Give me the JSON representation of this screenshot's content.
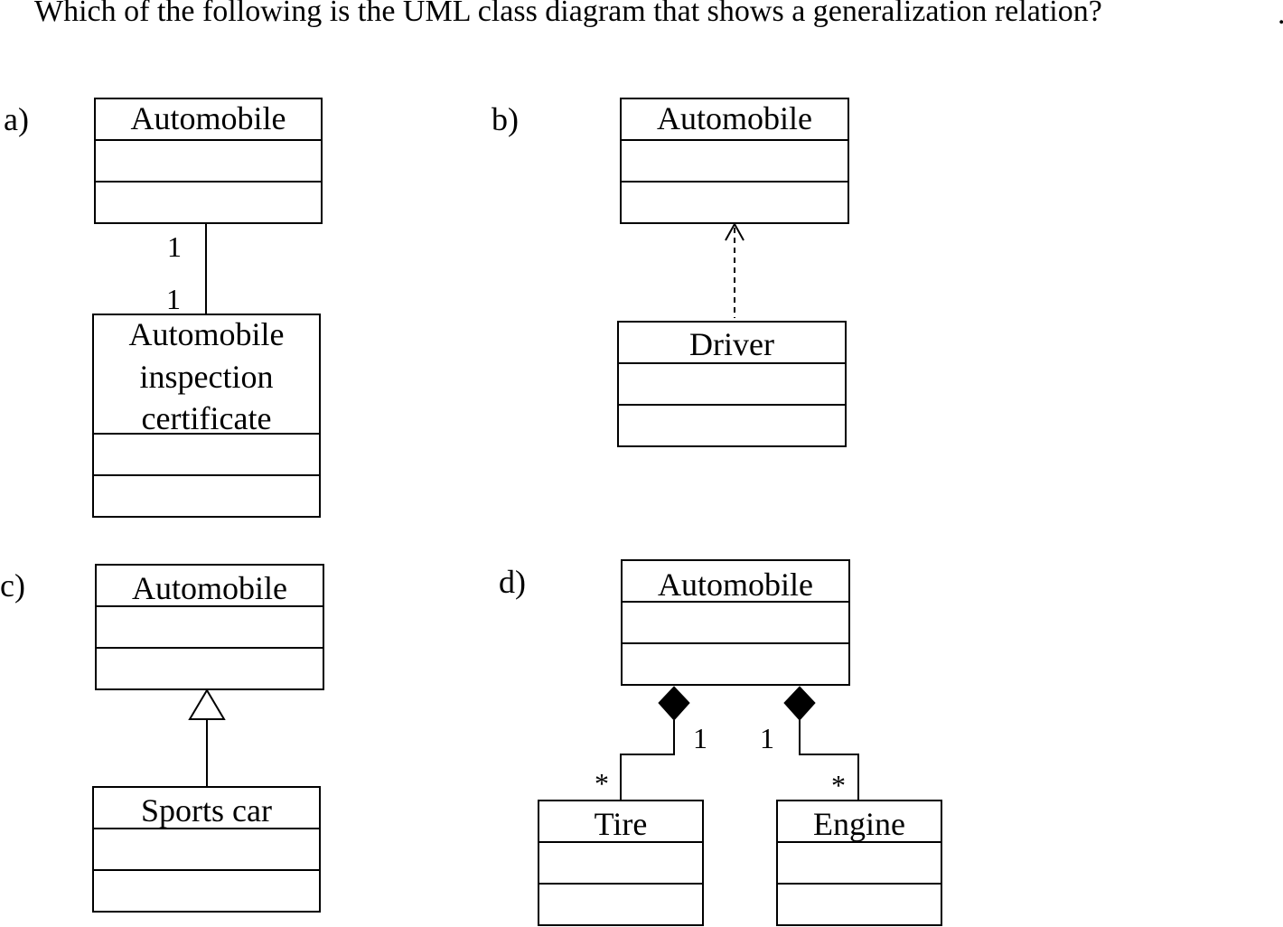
{
  "question": "Which of the following is the UML class diagram that shows a generalization relation?",
  "trailing_mark": ".",
  "options": [
    {
      "id": "a",
      "label": "a)",
      "relation": "association",
      "classes": [
        {
          "key": "automobile",
          "name_lines": [
            "Automobile"
          ]
        },
        {
          "key": "certificate",
          "name_lines": [
            "Automobile",
            "inspection",
            "certificate"
          ]
        }
      ],
      "multiplicities": {
        "automobile_end": "1",
        "certificate_end": "1"
      }
    },
    {
      "id": "b",
      "label": "b)",
      "relation": "dependency",
      "classes": [
        {
          "key": "automobile",
          "name_lines": [
            "Automobile"
          ]
        },
        {
          "key": "driver",
          "name_lines": [
            "Driver"
          ]
        }
      ]
    },
    {
      "id": "c",
      "label": "c)",
      "relation": "generalization",
      "classes": [
        {
          "key": "automobile",
          "name_lines": [
            "Automobile"
          ]
        },
        {
          "key": "sports_car",
          "name_lines": [
            "Sports car"
          ]
        }
      ]
    },
    {
      "id": "d",
      "label": "d)",
      "relation": "composition",
      "classes": [
        {
          "key": "automobile",
          "name_lines": [
            "Automobile"
          ]
        },
        {
          "key": "tire",
          "name_lines": [
            "Tire"
          ]
        },
        {
          "key": "engine",
          "name_lines": [
            "Engine"
          ]
        }
      ],
      "multiplicities": {
        "tire_whole": "1",
        "tire_part": "*",
        "engine_whole": "1",
        "engine_part": "*"
      }
    }
  ],
  "colors": {
    "ink": "#000000",
    "background": "#ffffff"
  }
}
